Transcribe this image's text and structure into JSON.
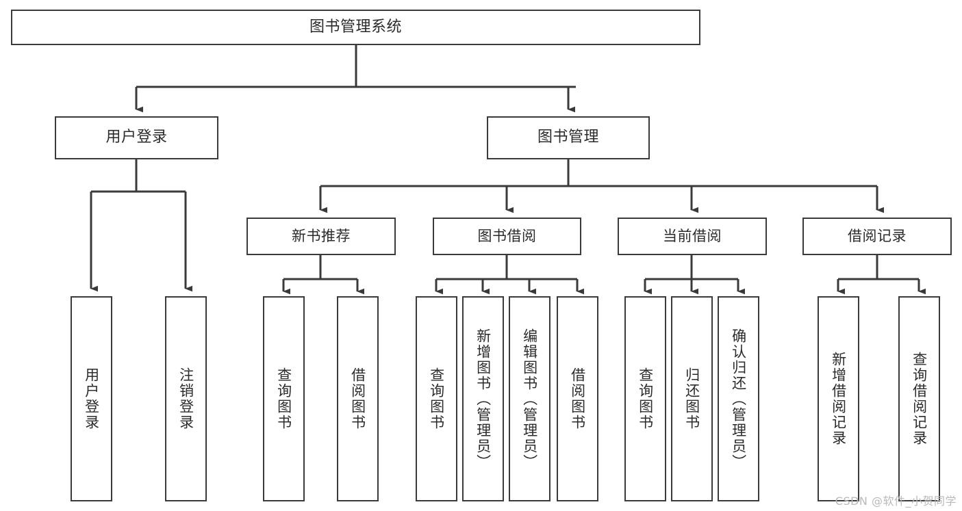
{
  "diagram": {
    "type": "tree-hierarchy",
    "title": "图书管理系统",
    "stroke_color": "#3a3a3a",
    "text_color": "#2b2b2b",
    "background_color": "#ffffff",
    "root": {
      "label": "图书管理系统"
    },
    "level1": [
      {
        "label": "用户登录"
      },
      {
        "label": "图书管理"
      }
    ],
    "level2": [
      {
        "label": "新书推荐"
      },
      {
        "label": "图书借阅"
      },
      {
        "label": "当前借阅"
      },
      {
        "label": "借阅记录"
      }
    ],
    "leaves": {
      "user_login": [
        {
          "label": "用户登录"
        },
        {
          "label": "注销登录"
        }
      ],
      "new_book_recommend": [
        {
          "label": "查询图书"
        },
        {
          "label": "借阅图书"
        }
      ],
      "book_borrow": [
        {
          "label": "查询图书"
        },
        {
          "label": "新增图书（管理员）"
        },
        {
          "label": "编辑图书（管理员）"
        },
        {
          "label": "借阅图书"
        }
      ],
      "current_borrow": [
        {
          "label": "查询图书"
        },
        {
          "label": "归还图书"
        },
        {
          "label": "确认归还（管理员）"
        }
      ],
      "borrow_record": [
        {
          "label": "新增借阅记录"
        },
        {
          "label": "查询借阅记录"
        }
      ]
    }
  },
  "watermark": {
    "text": "CSDN @软件_小贺同学"
  }
}
